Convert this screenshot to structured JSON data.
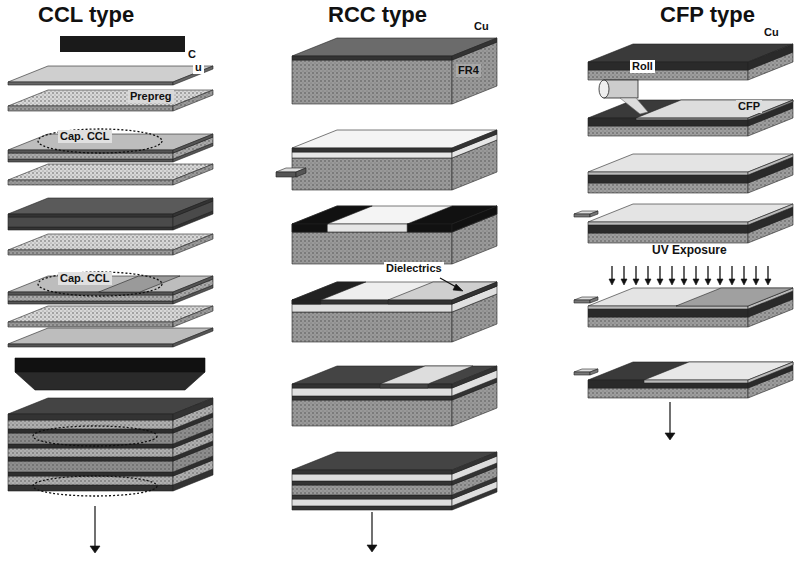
{
  "diagram": {
    "labels": [
      "CCL type",
      "RCC type",
      "CFP type",
      "C",
      "u",
      "Prepreg",
      "Cap. CCL",
      "Cap. CCL",
      "Cu",
      "FR4",
      "Dielectrics",
      "Cu",
      "Roll",
      "CFP",
      "UV Exposure"
    ]
  }
}
